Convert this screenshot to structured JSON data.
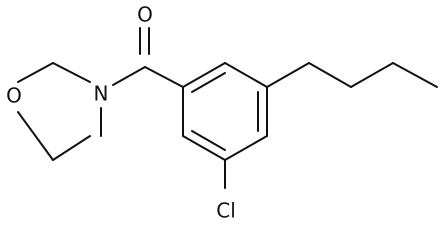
{
  "structure": {
    "atoms": {
      "oxygen_carbonyl": "O",
      "nitrogen": "N",
      "oxygen_ring": "O",
      "chlorine": "Cl"
    },
    "colors": {
      "bond": "#111111",
      "label": "#111111",
      "background": "#ffffff"
    }
  }
}
